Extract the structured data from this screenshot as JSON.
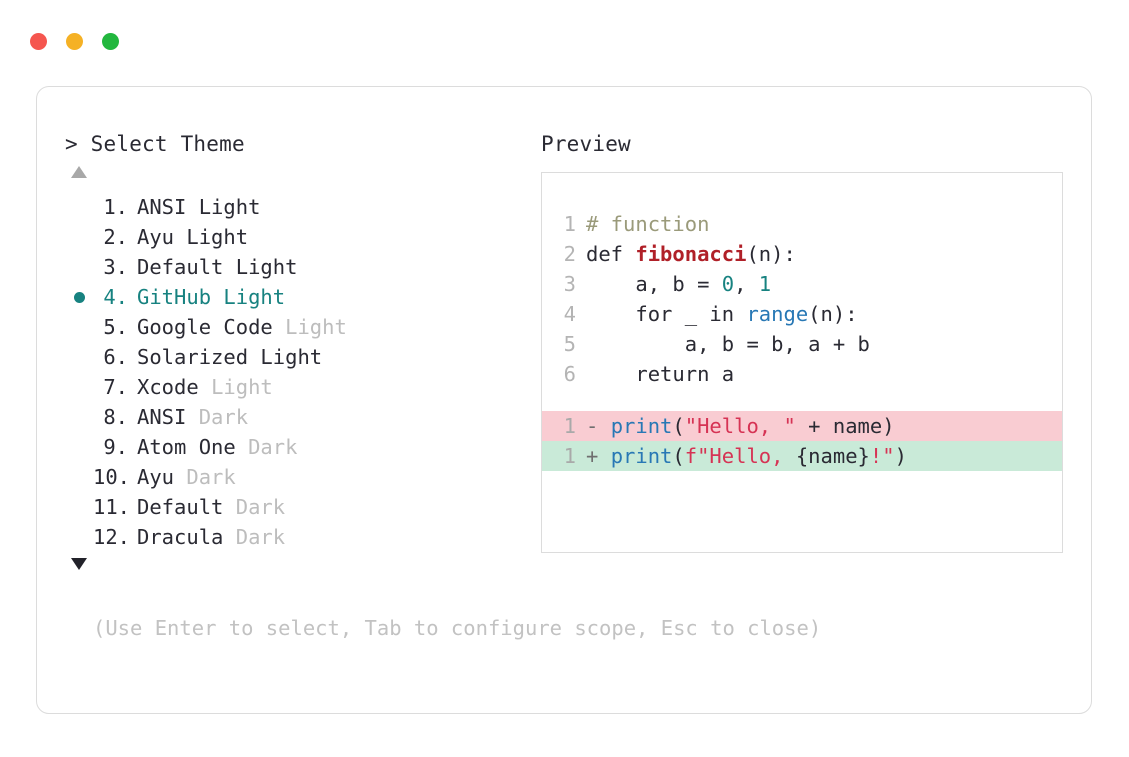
{
  "window": {
    "dots": [
      {
        "name": "close",
        "color": "#f5564f"
      },
      {
        "name": "minimize",
        "color": "#f5b125"
      },
      {
        "name": "maximize",
        "color": "#22b73e"
      }
    ]
  },
  "prompt": {
    "header": "> Select Theme",
    "scroll_up_icon": "triangle-up",
    "scroll_down_icon": "triangle-down",
    "selected_index": 4,
    "items": [
      {
        "num": "1.",
        "name": "ANSI",
        "variant": "Light",
        "variant_dim": false
      },
      {
        "num": "2.",
        "name": "Ayu",
        "variant": "Light",
        "variant_dim": false
      },
      {
        "num": "3.",
        "name": "Default",
        "variant": "Light",
        "variant_dim": false
      },
      {
        "num": "4.",
        "name": "GitHub",
        "variant": "Light",
        "variant_dim": false
      },
      {
        "num": "5.",
        "name": "Google Code",
        "variant": "Light",
        "variant_dim": true
      },
      {
        "num": "6.",
        "name": "Solarized",
        "variant": "Light",
        "variant_dim": false
      },
      {
        "num": "7.",
        "name": "Xcode",
        "variant": "Light",
        "variant_dim": true
      },
      {
        "num": "8.",
        "name": "ANSI",
        "variant": "Dark",
        "variant_dim": true
      },
      {
        "num": "9.",
        "name": "Atom One",
        "variant": "Dark",
        "variant_dim": true
      },
      {
        "num": "10.",
        "name": "Ayu",
        "variant": "Dark",
        "variant_dim": true
      },
      {
        "num": "11.",
        "name": "Default",
        "variant": "Dark",
        "variant_dim": true
      },
      {
        "num": "12.",
        "name": "Dracula",
        "variant": "Dark",
        "variant_dim": true
      }
    ],
    "footer_hint": "(Use Enter to select, Tab to configure scope, Esc to close)"
  },
  "preview": {
    "title": "Preview",
    "code_lines": [
      {
        "ln": "1",
        "tokens": [
          {
            "t": "# function",
            "c": "tok-comment"
          }
        ]
      },
      {
        "ln": "2",
        "tokens": [
          {
            "t": "def ",
            "c": "tok-plain"
          },
          {
            "t": "fibonacci",
            "c": "tok-func"
          },
          {
            "t": "(n):",
            "c": "tok-plain"
          }
        ]
      },
      {
        "ln": "3",
        "tokens": [
          {
            "t": "    a, b = ",
            "c": "tok-plain"
          },
          {
            "t": "0",
            "c": "tok-num"
          },
          {
            "t": ", ",
            "c": "tok-plain"
          },
          {
            "t": "1",
            "c": "tok-num"
          }
        ]
      },
      {
        "ln": "4",
        "tokens": [
          {
            "t": "    for _ in ",
            "c": "tok-plain"
          },
          {
            "t": "range",
            "c": "tok-builtin"
          },
          {
            "t": "(n):",
            "c": "tok-plain"
          }
        ]
      },
      {
        "ln": "5",
        "tokens": [
          {
            "t": "        a, b = b, a + b",
            "c": "tok-plain"
          }
        ]
      },
      {
        "ln": "6",
        "tokens": [
          {
            "t": "    return a",
            "c": "tok-plain"
          }
        ]
      }
    ],
    "diff_lines": [
      {
        "ln": "1",
        "kind": "removed",
        "tokens": [
          {
            "t": "- ",
            "c": "tok-sign"
          },
          {
            "t": "print",
            "c": "tok-builtin"
          },
          {
            "t": "(",
            "c": "tok-plain"
          },
          {
            "t": "\"Hello, \"",
            "c": "tok-string"
          },
          {
            "t": " + name)",
            "c": "tok-plain"
          }
        ]
      },
      {
        "ln": "1",
        "kind": "added",
        "tokens": [
          {
            "t": "+ ",
            "c": "tok-sign"
          },
          {
            "t": "print",
            "c": "tok-builtin"
          },
          {
            "t": "(",
            "c": "tok-plain"
          },
          {
            "t": "f\"Hello, ",
            "c": "tok-string"
          },
          {
            "t": "{name}",
            "c": "tok-plain"
          },
          {
            "t": "!\"",
            "c": "tok-string"
          },
          {
            "t": ")",
            "c": "tok-plain"
          }
        ]
      }
    ]
  }
}
